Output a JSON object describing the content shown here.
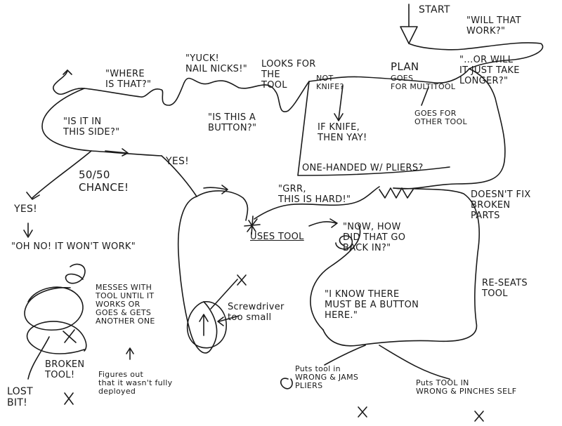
{
  "colors": {
    "ink": "#1a1a1a",
    "paper": "#ffffff"
  },
  "labels": {
    "start": "START",
    "will_that_work": "\"WILL THAT\nWORK?\"",
    "or_will": "\"...OR WILL\nIT JUST TAKE\nLONGER?\"",
    "plan": "PLAN",
    "goes_for_multitool": "GOES\nFOR MULTITOOL",
    "goes_for_other_tool": "GOES FOR\nOTHER TOOL",
    "not_knife": "NOT\nKNIFE?",
    "if_knife": "IF KNIFE,\nTHEN YAY!",
    "one_handed": "ONE-HANDED W/ PLIERS?",
    "looks_for_tool": "LOOKS FOR\nTHE\nTOOL",
    "yuck": "\"YUCK!\nNAIL NICKS!\"",
    "where_is_that": "\"WHERE\nIS THAT?\"",
    "is_this_a_button": "\"IS THIS A\nBUTTON?\"",
    "is_it_in_this_side": "\"IS IT IN\nTHIS SIDE?\"",
    "yes_right": "YES!",
    "fifty_fifty": "50/50\nCHANCE!",
    "yes_left": "YES!",
    "oh_no": "\"OH NO! IT WON'T WORK\"",
    "messes_with": "MESSES WITH\nTOOL UNTIL IT\nWORKS OR\nGOES & GETS\nANOTHER ONE",
    "broken_tool": "BROKEN\nTOOL!",
    "lost_bit": "LOST\nBIT!",
    "figures_out": "Figures out\nthat it wasn't fully\ndeployed",
    "screwdriver": "Screwdriver\ntoo small",
    "grr": "\"GRR,\nTHIS IS HARD!\"",
    "uses_tool": "USES TOOL",
    "now_how": "\"NOW, HOW\nDID THAT GO\nBACK IN?\"",
    "i_know_button": "\"I KNOW THERE\nMUST BE A BUTTON\nHERE.\"",
    "doesnt_fix": "DOESN'T FIX\nBROKEN\nPARTS",
    "re_seats": "RE-SEATS\nTOOL",
    "puts_tool_jams": "Puts tool in\nWRONG & JAMS\nPLIERS",
    "puts_tool_pinches": "Puts TOOL IN\nWRONG & PINCHES SELF",
    "x_top": "X",
    "x_jams": "X",
    "x_pinches": "X"
  }
}
